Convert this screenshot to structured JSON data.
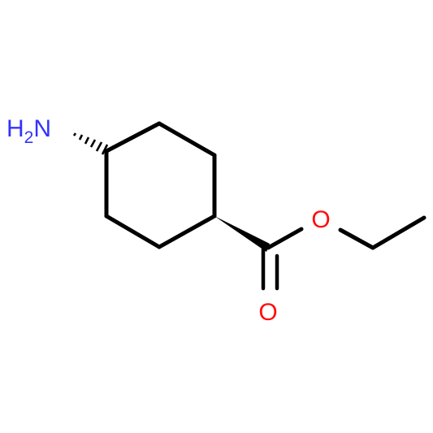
{
  "molecule": {
    "atoms": {
      "amine": {
        "symbol": "N",
        "hydrogens": "H",
        "h_count": "2"
      },
      "carbonyl_oxygen": {
        "symbol": "O"
      },
      "ester_oxygen": {
        "symbol": "O"
      }
    },
    "colors": {
      "bond": "#000000",
      "nitrogen": "#3333ff",
      "oxygen": "#ff0d0d",
      "background": "#ffffff"
    }
  }
}
